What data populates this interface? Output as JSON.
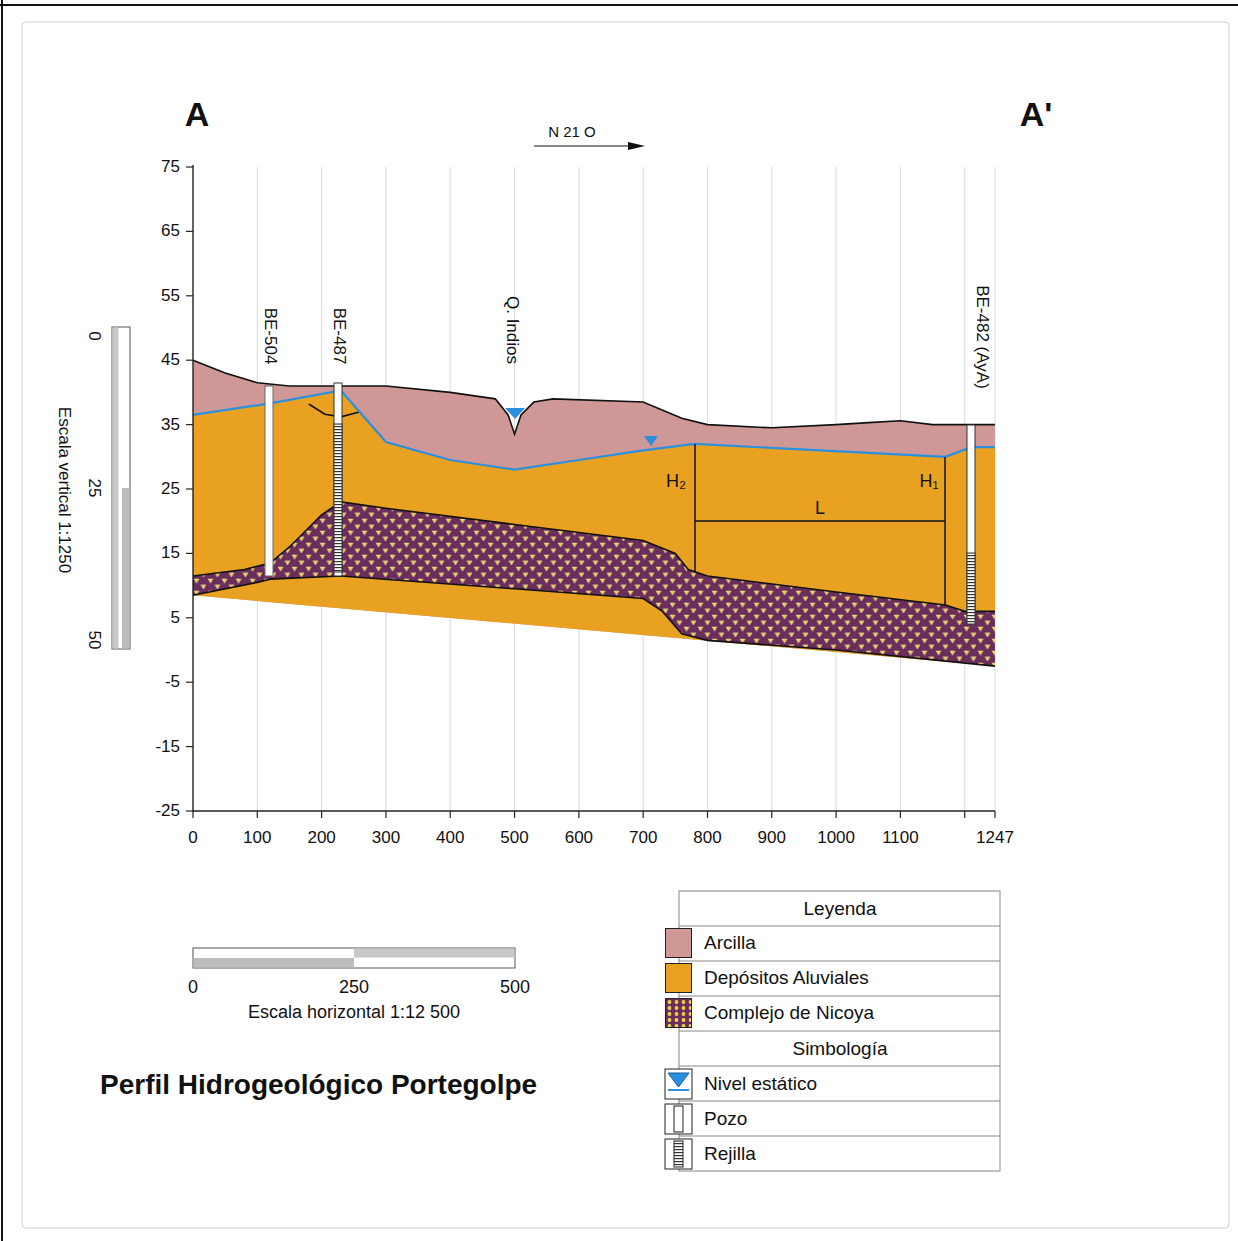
{
  "diagram": {
    "title": "Perfil Hidrogeológico Portegolpe",
    "labels": [
      "A",
      "A'",
      "N 21 O",
      "75",
      "65",
      "55",
      "45",
      "35",
      "25",
      "15",
      "5",
      "-5",
      "-15",
      "-25",
      "0",
      "100",
      "200",
      "300",
      "400",
      "500",
      "600",
      "700",
      "800",
      "900",
      "1000",
      "1100",
      "1247",
      "BE-504",
      "BE-487",
      "Q. Indios",
      "BE-482 (AyA)",
      "H₂",
      "H₁",
      "L",
      "0",
      "25",
      "50",
      "Escala vertical 1:1250",
      "0",
      "250",
      "500",
      "Escala horizontal 1:12 500",
      "Leyenda",
      "Simbología"
    ],
    "legend": [
      {
        "text": "Arcilla",
        "color": "#cf9896"
      },
      {
        "text": "Depósitos Aluviales",
        "color": "#e9a122"
      },
      {
        "text": "Complejo de Nicoya",
        "color": "#6b2d5c"
      },
      {
        "text": "Nivel estático"
      },
      {
        "text": "Pozo"
      },
      {
        "text": "Rejilla"
      }
    ]
  }
}
